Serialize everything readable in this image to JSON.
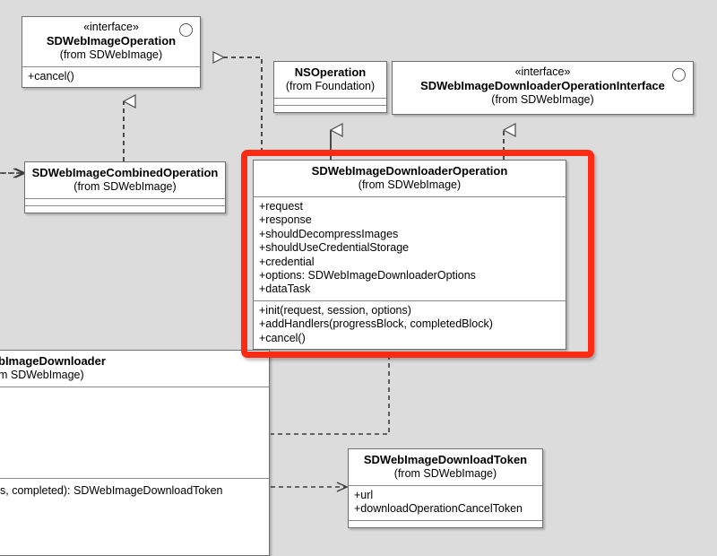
{
  "diagram": {
    "title": "SDWebImage UML class diagram",
    "background_color": "#dcdcdc",
    "highlight_color": "#fb2c13",
    "box_fill": "#ffffff",
    "line_color": "#6e6e6e"
  },
  "classes": {
    "sd_web_image_operation": {
      "stereotype": "«interface»",
      "name": "SDWebImageOperation",
      "from": "(from SDWebImage)",
      "attributes": [],
      "methods": [
        "+cancel()"
      ],
      "icon": "interface-lollipop-icon"
    },
    "ns_operation": {
      "stereotype": "",
      "name": "NSOperation",
      "from": "(from Foundation)",
      "attributes": [],
      "methods": []
    },
    "downloader_operation_interface": {
      "stereotype": "«interface»",
      "name": "SDWebImageDownloaderOperationInterface",
      "from": "(from SDWebImage)",
      "attributes": [],
      "methods": [],
      "icon": "interface-lollipop-icon"
    },
    "combined_operation": {
      "stereotype": "",
      "name": "SDWebImageCombinedOperation",
      "from": "(from SDWebImage)",
      "attributes": [],
      "methods": []
    },
    "downloader_operation": {
      "stereotype": "",
      "name": "SDWebImageDownloaderOperation",
      "from": "(from SDWebImage)",
      "attributes": [
        "+request",
        "+response",
        "+shouldDecompressImages",
        "+shouldUseCredentialStorage",
        "+credential",
        "+options: SDWebImageDownloaderOptions",
        "+dataTask"
      ],
      "methods": [
        "+init(request, session, options)",
        "+addHandlers(progressBlock, completedBlock)",
        "+cancel()"
      ],
      "highlighted": true
    },
    "downloader": {
      "stereotype": "",
      "name": "bImageDownloader",
      "from": "m SDWebImage)",
      "attributes": [],
      "methods": [
        "s, completed): SDWebImageDownloadToken"
      ],
      "clipped": "left"
    },
    "download_token": {
      "stereotype": "",
      "name": "SDWebImageDownloadToken",
      "from": "(from SDWebImage)",
      "attributes": [
        "+url",
        "+downloadOperationCancelToken"
      ],
      "methods": []
    }
  },
  "relationships": [
    {
      "id": "rel-realization-downloaderop-to-operation",
      "type": "realization",
      "source": "downloader_operation",
      "target": "sd_web_image_operation",
      "arrow": "hollow-triangle",
      "line": "dashed"
    },
    {
      "id": "rel-realization-combined-to-operation",
      "type": "realization",
      "source": "combined_operation",
      "target": "sd_web_image_operation",
      "arrow": "hollow-triangle",
      "line": "dashed"
    },
    {
      "id": "rel-generalization-downloaderop-to-nsoperation",
      "type": "generalization",
      "source": "downloader_operation",
      "target": "ns_operation",
      "arrow": "hollow-triangle",
      "line": "solid"
    },
    {
      "id": "rel-realization-downloaderop-to-interface",
      "type": "realization",
      "source": "downloader_operation",
      "target": "downloader_operation_interface",
      "arrow": "hollow-triangle",
      "line": "dashed"
    },
    {
      "id": "rel-dependency-downloader-to-combined",
      "type": "dependency",
      "source": "downloader",
      "target": "combined_operation",
      "arrow": "open-arrow",
      "line": "dashed"
    },
    {
      "id": "rel-dependency-downloaderop-to-token",
      "type": "dependency",
      "source": "downloader_operation",
      "target": "download_token",
      "arrow": "open-arrow",
      "line": "dashed"
    },
    {
      "id": "rel-dependency-downloader-to-token",
      "type": "dependency",
      "source": "downloader",
      "target": "download_token",
      "arrow": "open-arrow",
      "line": "dashed"
    }
  ]
}
